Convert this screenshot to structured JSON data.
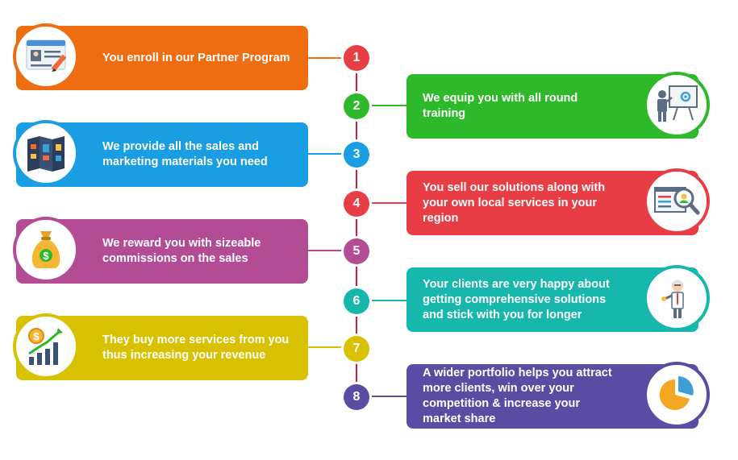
{
  "steps": [
    {
      "number": "1",
      "text": "You enroll in our Partner Program",
      "color": "#ee6d11",
      "side": "left",
      "icon": "application-form-icon"
    },
    {
      "number": "2",
      "text": "We equip you with all round training",
      "color": "#2db92a",
      "side": "right",
      "icon": "training-presentation-icon"
    },
    {
      "number": "3",
      "text": "We provide all the sales and marketing materials you need",
      "color": "#1a9ee3",
      "side": "left",
      "icon": "brochure-icon"
    },
    {
      "number": "4",
      "text": "You sell our solutions along with your own local services in your region",
      "color": "#e83d44",
      "side": "right",
      "icon": "market-analysis-icon"
    },
    {
      "number": "5",
      "text": "We reward you with sizeable commissions on the sales",
      "color": "#b34c94",
      "side": "left",
      "icon": "money-bag-icon"
    },
    {
      "number": "6",
      "text": "Your clients are very happy about getting comprehensive solutions and stick with you for longer",
      "color": "#17b7ad",
      "side": "right",
      "icon": "happy-client-icon"
    },
    {
      "number": "7",
      "text": "They buy more services from you thus increasing your revenue",
      "color": "#d8c100",
      "side": "left",
      "icon": "revenue-growth-icon"
    },
    {
      "number": "8",
      "text": "A wider portfolio helps you attract more clients, win over your competition & increase your market share",
      "color": "#5b4ba3",
      "side": "right",
      "icon": "market-share-pie-icon"
    }
  ]
}
